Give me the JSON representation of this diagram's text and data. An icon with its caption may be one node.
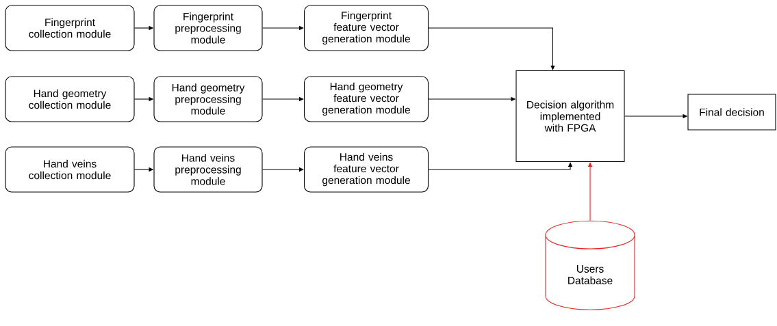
{
  "diagram": {
    "nodes": [
      {
        "text": [
          "Fingerprint collection module"
        ]
      },
      {
        "text": [
          "Fingerprint preprocessing module"
        ]
      },
      {
        "text": [
          "Fingerprint feature vector generation module"
        ]
      },
      {
        "text": [
          "Hand geometry collection module"
        ]
      },
      {
        "text": [
          "Hand geometry preprocessing module"
        ]
      },
      {
        "text": [
          "Hand geometry feature vector generation module"
        ]
      },
      {
        "text": [
          "Hand veins collection module"
        ]
      },
      {
        "text": [
          "Hand veins preprocessing module"
        ]
      },
      {
        "text": [
          "Hand veins feature vector generation module"
        ]
      },
      {
        "text": [
          "Decision algorithm implemented with FPGA"
        ]
      },
      {
        "text": [
          "Final decision"
        ]
      },
      {
        "text": [
          "Users Database"
        ]
      }
    ],
    "edges": [
      {
        "from": 0,
        "to": 1,
        "arrow": "to"
      },
      {
        "from": 1,
        "to": 2,
        "arrow": "to"
      },
      {
        "from": 2,
        "to": 9,
        "arrow": "to"
      },
      {
        "from": 3,
        "to": 4,
        "arrow": "to"
      },
      {
        "from": 4,
        "to": 5,
        "arrow": "to"
      },
      {
        "from": 5,
        "to": 9,
        "arrow": "to"
      },
      {
        "from": 6,
        "to": 7,
        "arrow": "to"
      },
      {
        "from": 7,
        "to": 8,
        "arrow": "to"
      },
      {
        "from": 8,
        "to": 9,
        "arrow": "to"
      },
      {
        "from": 9,
        "to": 10,
        "arrow": "to"
      },
      {
        "from": 11,
        "to": 9,
        "arrow": "to",
        "color": "#e8231f"
      }
    ]
  }
}
